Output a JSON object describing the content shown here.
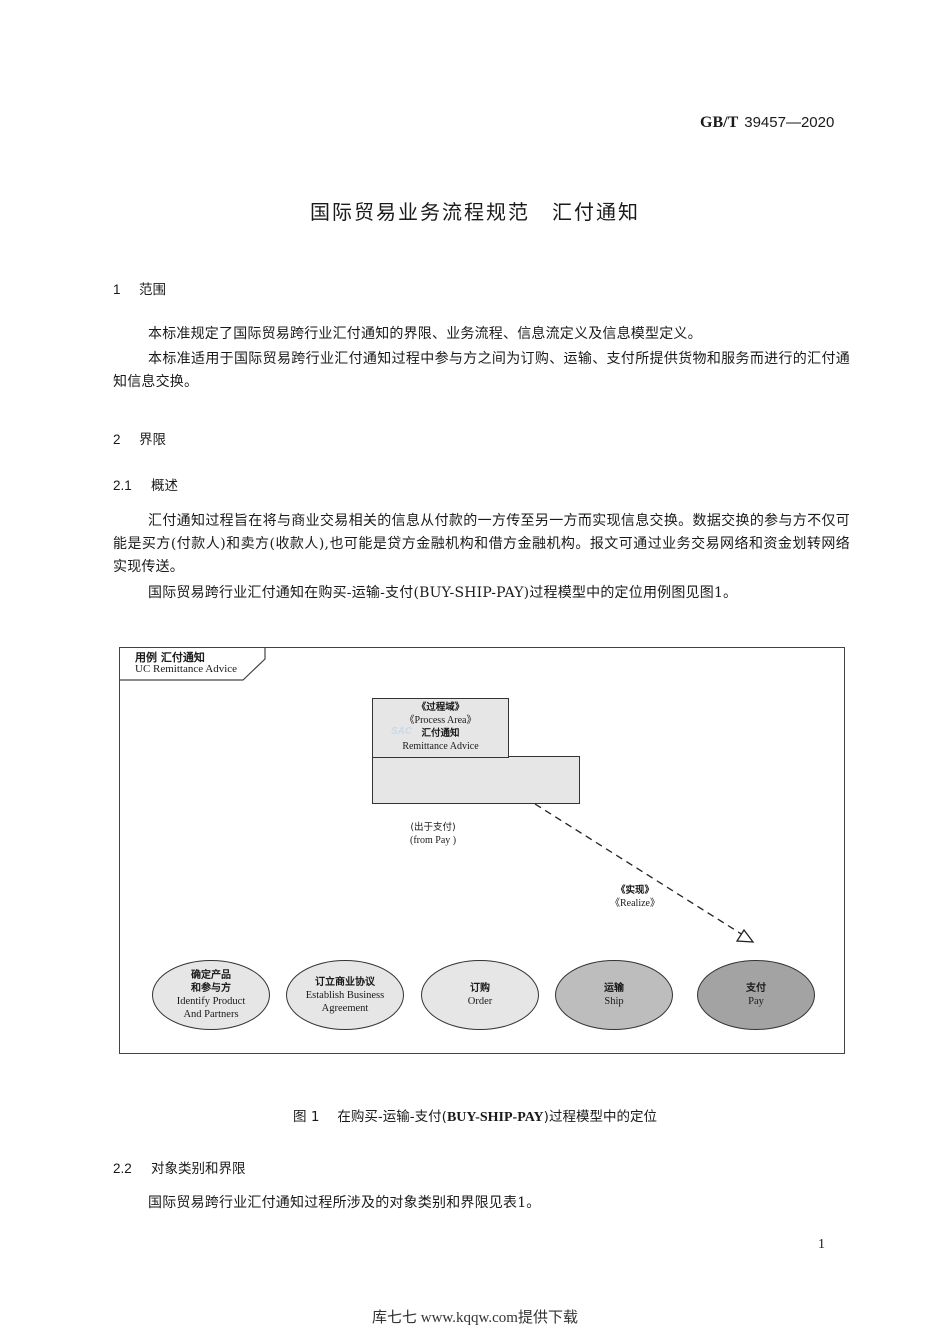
{
  "header": {
    "standard_prefix": "GB/T",
    "standard_number": "39457—2020"
  },
  "title": {
    "main": "国际贸易业务流程规范",
    "sub": "汇付通知"
  },
  "sections": {
    "s1": {
      "number": "1",
      "heading": "范围",
      "paragraphs": [
        "本标准规定了国际贸易跨行业汇付通知的界限、业务流程、信息流定义及信息模型定义。",
        "本标准适用于国际贸易跨行业汇付通知过程中参与方之间为订购、运输、支付所提供货物和服务而进行的汇付通知信息交换。"
      ]
    },
    "s2": {
      "number": "2",
      "heading": "界限"
    },
    "s2_1": {
      "number": "2.1",
      "heading": "概述",
      "paragraphs": [
        "汇付通知过程旨在将与商业交易相关的信息从付款的一方传至另一方而实现信息交换。数据交换的参与方不仅可能是买方(付款人)和卖方(收款人),也可能是贷方金融机构和借方金融机构。报文可通过业务交易网络和资金划转网络实现传送。",
        "国际贸易跨行业汇付通知在购买-运输-支付(BUY-SHIP-PAY)过程模型中的定位用例图见图1。"
      ]
    },
    "s2_2": {
      "number": "2.2",
      "heading": "对象类别和界限",
      "paragraphs": [
        "国际贸易跨行业汇付通知过程所涉及的对象类别和界限见表1。"
      ]
    }
  },
  "figure": {
    "frame_tab": {
      "line1": "用例 汇付通知",
      "line2": "UC Remittance Advice"
    },
    "package": {
      "stereotype_cn": "《过程域》",
      "stereotype_en": "《Process Area》",
      "name_cn": "汇付通知",
      "name_en": "Remittance Advice",
      "watermark": "SAC"
    },
    "from_label": {
      "cn": "(出于支付)",
      "en": "(from Pay )"
    },
    "realize_label": {
      "cn": "《实现》",
      "en": "《Realize》"
    },
    "use_cases": [
      {
        "cn": "确定产品和参与方",
        "cn1": "确定产品",
        "cn2": "和参与方",
        "en1": "Identify Product",
        "en2": "And Partners",
        "fill": "#e6e6e6"
      },
      {
        "cn": "订立商业协议",
        "en1": "Establish Business",
        "en2": "Agreement",
        "fill": "#e6e6e6"
      },
      {
        "cn": "订购",
        "en1": "Order",
        "fill": "#e6e6e6"
      },
      {
        "cn": "运输",
        "en1": "Ship",
        "fill": "#bdbdbd"
      },
      {
        "cn": "支付",
        "en1": "Pay",
        "fill": "#a3a3a3"
      }
    ],
    "caption": {
      "number": "图 1",
      "text_pre": "在购买-运输-支付(",
      "text_en": "BUY-SHIP-PAY",
      "text_post": ")过程模型中的定位"
    }
  },
  "page_number": "1",
  "footer": "库七七 www.kqqw.com提供下载"
}
